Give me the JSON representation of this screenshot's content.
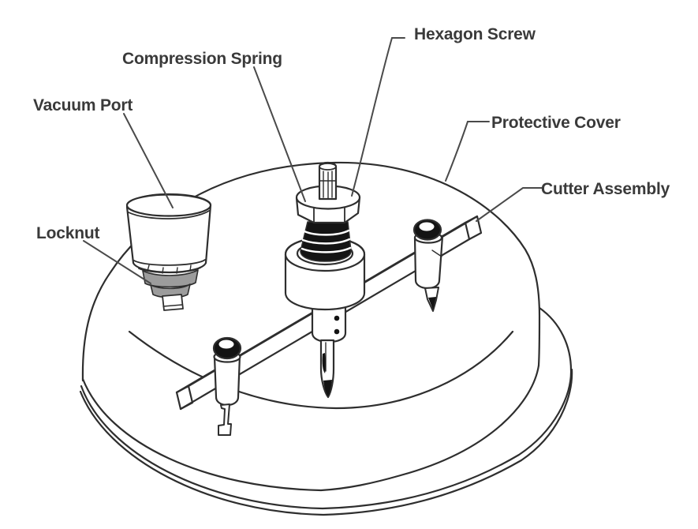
{
  "diagram": {
    "background": "#ffffff",
    "line_color": "#2e2e2e",
    "leader_color": "#4a4a4a",
    "text_color": "#3a3a3a",
    "dark_fill": "#141414",
    "shade_fill": "#9c9c9c",
    "labels": {
      "compression_spring": "Compression Spring",
      "hexagon_screw": "Hexagon Screw",
      "vacuum_port": "Vacuum Port",
      "locknut": "Locknut",
      "protective_cover": "Protective Cover",
      "cutter_assembly": "Cutter Assembly"
    }
  }
}
